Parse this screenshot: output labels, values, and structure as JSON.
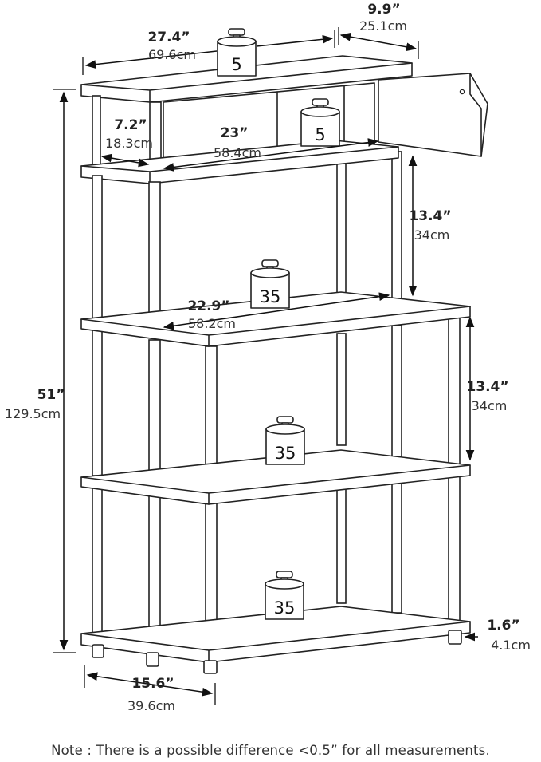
{
  "dimensions": {
    "overall_width": {
      "in": "27.4”",
      "cm": "69.6cm"
    },
    "overall_depth": {
      "in": "9.9”",
      "cm": "25.1cm"
    },
    "top_depth": {
      "in": "7.2”",
      "cm": "18.3cm"
    },
    "top_width": {
      "in": "23”",
      "cm": "58.4cm"
    },
    "upper_spacing": {
      "in": "13.4”",
      "cm": "34cm"
    },
    "middle_width": {
      "in": "22.9”",
      "cm": "58.2cm"
    },
    "lower_spacing": {
      "in": "13.4”",
      "cm": "34cm"
    },
    "total_height": {
      "in": "51”",
      "cm": "129.5cm"
    },
    "foot_height": {
      "in": "1.6”",
      "cm": "4.1cm"
    },
    "base_depth": {
      "in": "15.6”",
      "cm": "39.6cm"
    }
  },
  "weights": {
    "top": "5",
    "top_shelf": "5",
    "shelf_2": "35",
    "shelf_3": "35",
    "bottom": "35"
  },
  "note": "Note : There is a possible difference <0.5” for all measurements."
}
